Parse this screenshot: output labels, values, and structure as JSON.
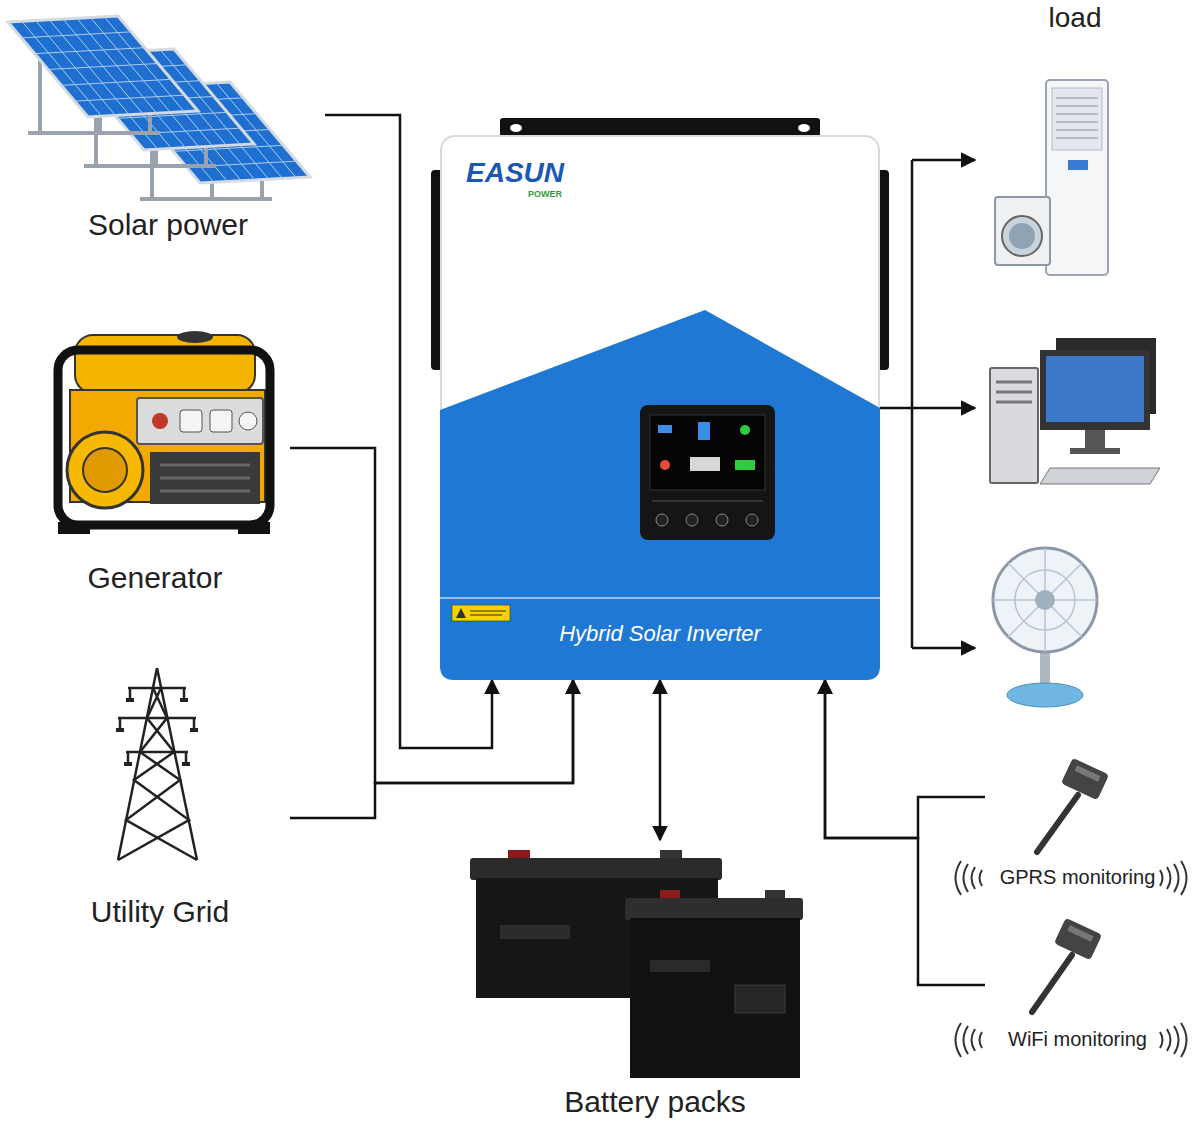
{
  "diagram": {
    "nodes": [
      {
        "text": [
          "Solar power"
        ]
      },
      {
        "text": [
          "Generator"
        ]
      },
      {
        "text": [
          "Utility Grid"
        ]
      },
      {
        "text": [
          "EASUN",
          "POWER",
          "Hybrid Solar Inverter"
        ]
      },
      {
        "text": [
          "load"
        ]
      },
      {
        "text": [
          "Battery packs"
        ]
      },
      {
        "text": [
          "GPRS monitoring"
        ]
      },
      {
        "text": [
          "WiFi monitoring"
        ]
      }
    ],
    "edges": [
      {
        "from": 0,
        "to": 3,
        "arrow": "to"
      },
      {
        "from": 1,
        "to": 3,
        "arrow": "to"
      },
      {
        "from": 2,
        "to": 3,
        "arrow": "to"
      },
      {
        "from": 3,
        "to": 5,
        "arrow": "both"
      },
      {
        "from": 3,
        "to": 4,
        "arrow": "to"
      },
      {
        "from": 6,
        "to": 3,
        "arrow": "to"
      },
      {
        "from": 7,
        "to": 3,
        "arrow": "to"
      }
    ]
  }
}
